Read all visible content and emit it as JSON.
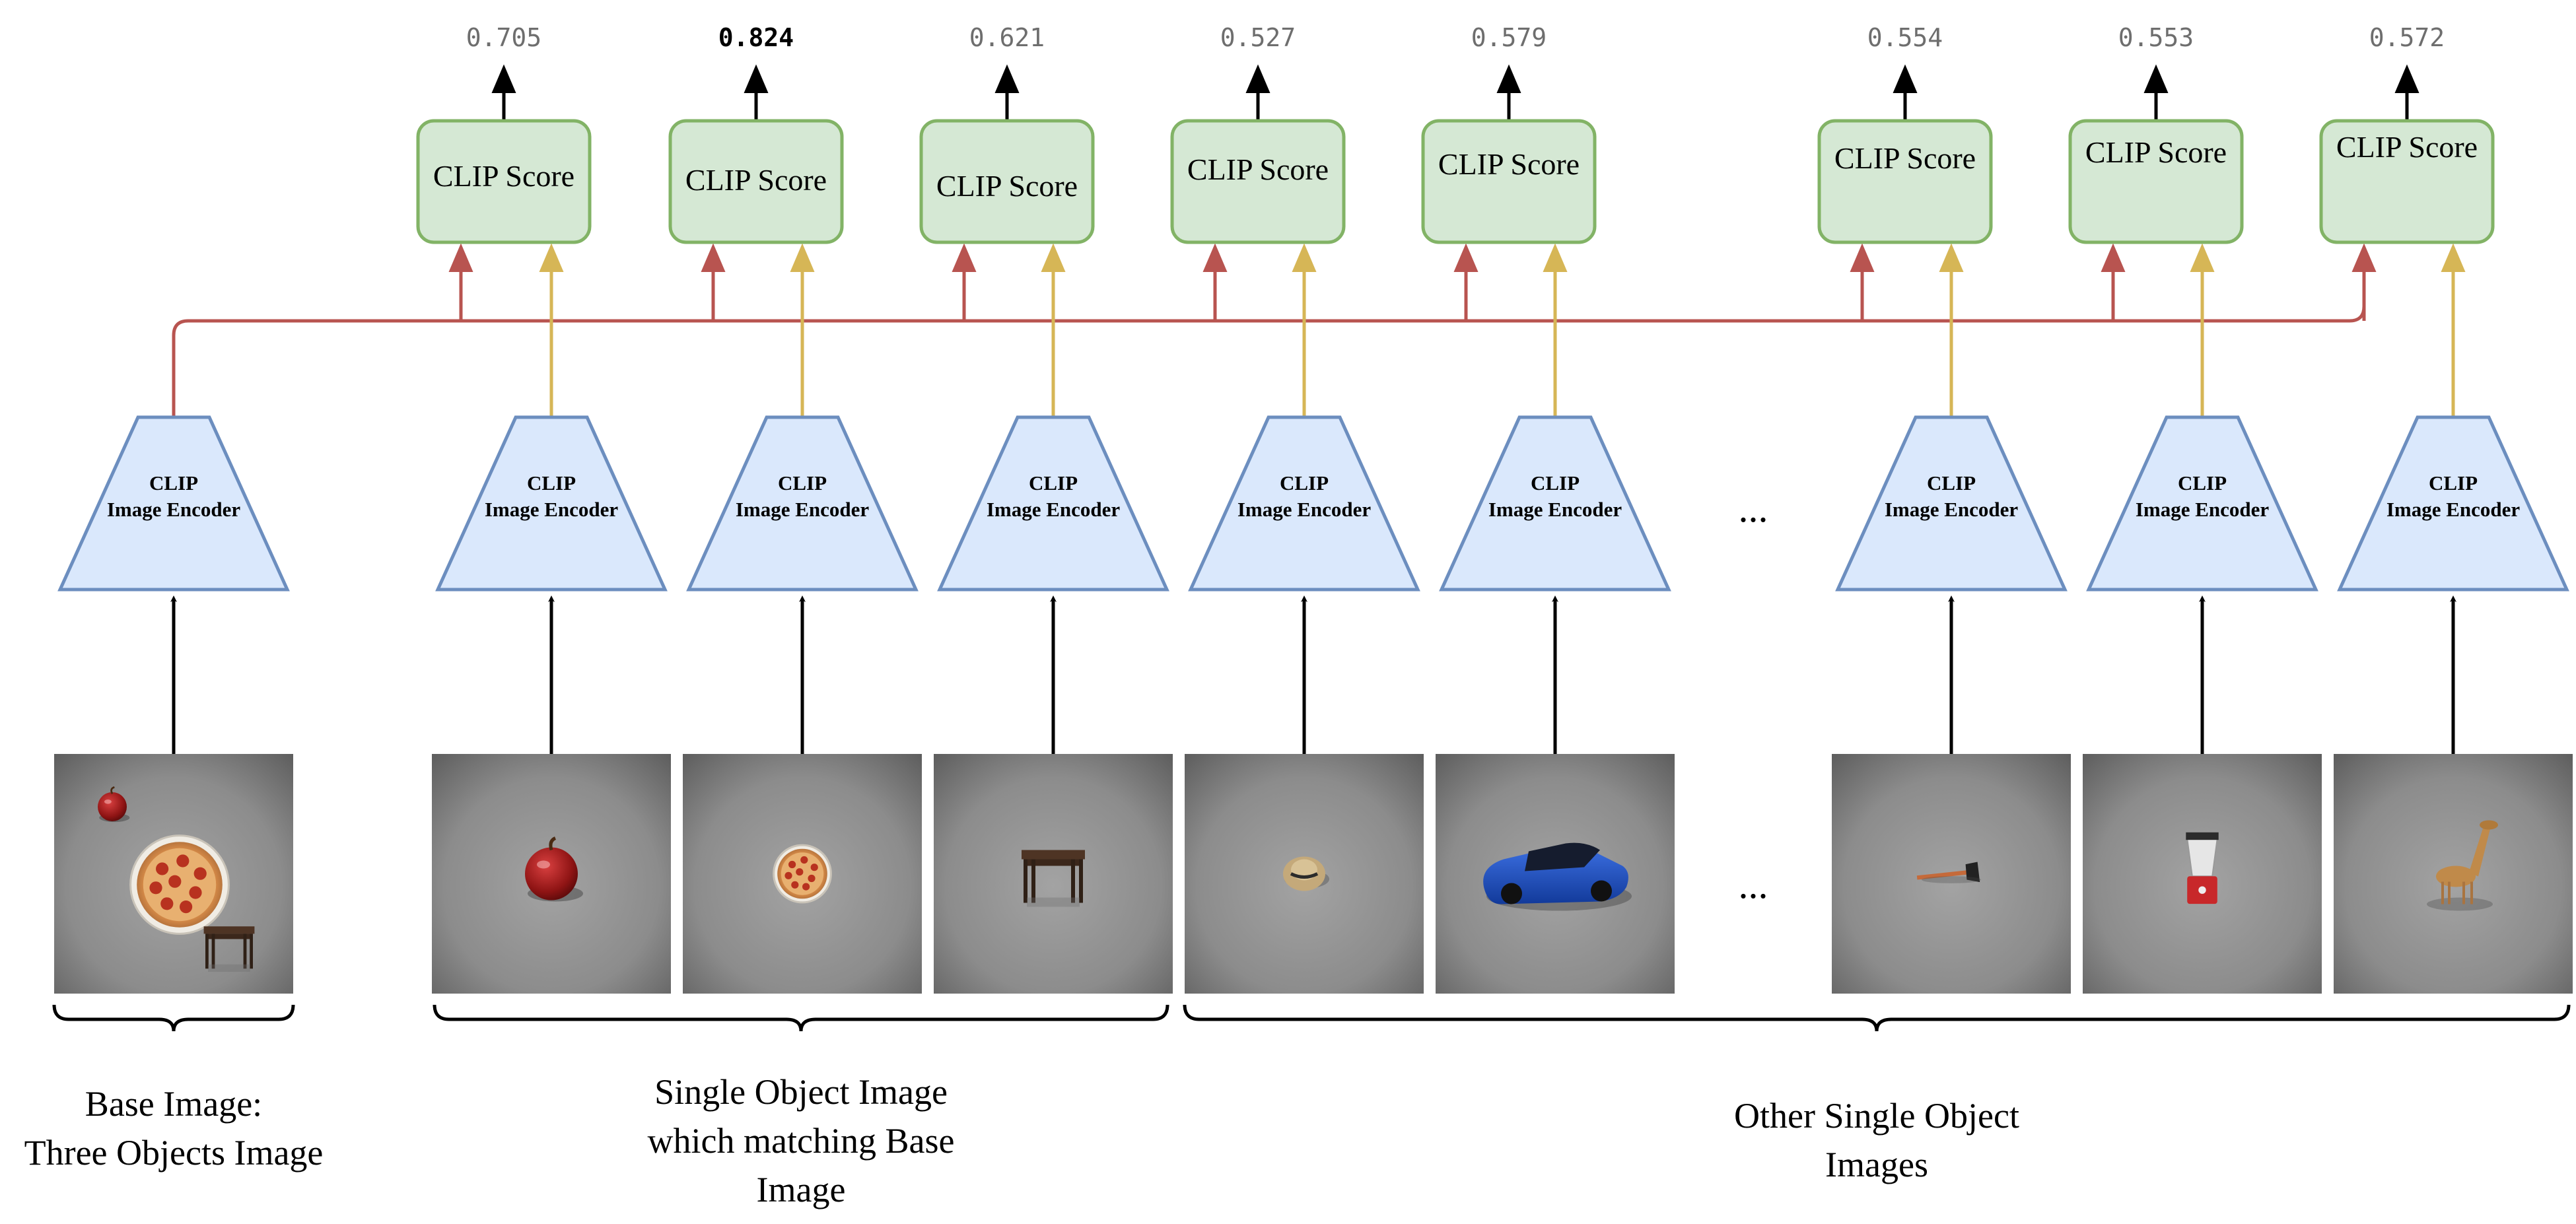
{
  "score_label": "CLIP Score",
  "encoder_label_line1": "CLIP",
  "encoder_label_line2": "Image Encoder",
  "ellipsis": "...",
  "scores": [
    "0.705",
    "0.824",
    "0.621",
    "0.527",
    "0.579",
    "0.554",
    "0.553",
    "0.572"
  ],
  "highlighted_score_index": 1,
  "objects": [
    {
      "name": "base-image",
      "items": [
        "apple",
        "pizza",
        "table"
      ]
    },
    {
      "name": "apple"
    },
    {
      "name": "pizza"
    },
    {
      "name": "table"
    },
    {
      "name": "hat"
    },
    {
      "name": "car"
    },
    {
      "name": "axe"
    },
    {
      "name": "blender"
    },
    {
      "name": "giraffe"
    }
  ],
  "captions": {
    "base": [
      "Base Image:",
      "Three Objects Image"
    ],
    "matching": [
      "Single Object Image",
      "which matching Base",
      "Image"
    ],
    "other": [
      "Other Single Object",
      "Images"
    ]
  },
  "colors": {
    "score_fill": "#d5e8d4",
    "score_stroke": "#82b366",
    "encoder_fill": "#dae8fc",
    "encoder_stroke": "#6c8ebf",
    "base_line": "#b85450",
    "single_line": "#d6b656",
    "arrow": "#000000",
    "image_bg": "#8f8f8f"
  }
}
